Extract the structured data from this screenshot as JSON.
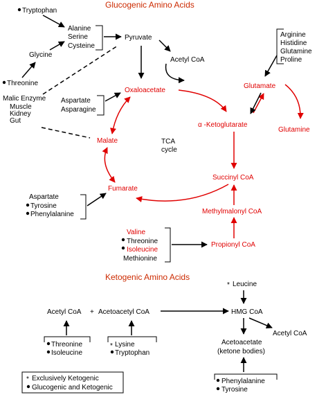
{
  "colors": {
    "black": "#000000",
    "red": "#e00000",
    "heading": "#cc2a00"
  },
  "glucogenic": {
    "title": "Glucogenic Amino Acids",
    "tryptophan": "Tryptophan",
    "alanine": "Alanine",
    "serine": "Serine",
    "cysteine": "Cysteine",
    "glycine": "Glycine",
    "threonine": "Threonine",
    "pyruvate": "Pyruvate",
    "acetyl_coa": "Acetyl CoA",
    "malic_enzyme": [
      "Malic Enzyme",
      "Muscle",
      "Kidney",
      "Gut"
    ],
    "aspartate": "Aspartate",
    "asparagine": "Asparagine",
    "oxaloacetate": "Oxaloacetate",
    "malate": "Malate",
    "tca": [
      "TCA",
      "cycle"
    ],
    "fumarate": "Fumarate",
    "fumarate_sources": [
      "Aspartate",
      "Tyrosine",
      "Phenylalanine"
    ],
    "arginine_group": [
      "Arginine",
      "Histidine",
      "Glutamine",
      "Proline"
    ],
    "glutamate": "Glutamate",
    "glutamine": "Glutamine",
    "alpha_kg": "α -Ketoglutarate",
    "succinyl_coa": "Succinyl CoA",
    "methylmalonyl_coa": "Methylmalonyl CoA",
    "propionyl_coa": "Propionyl CoA",
    "propionyl_sources": [
      "Valine",
      "Threonine",
      "Isoleucine",
      "Methionine"
    ]
  },
  "ketogenic": {
    "title": "Ketogenic Amino Acids",
    "acetyl_coa": "Acetyl CoA",
    "plus": "+",
    "acetoacetyl_coa": "Acetoacetyl CoA",
    "leucine": "Leucine",
    "hmg_coa": "HMG CoA",
    "acetyl_coa_right": "Acetyl CoA",
    "acetoacetate": "Acetoacetate",
    "ketone_bodies": "(ketone bodies)",
    "group1": [
      "Threonine",
      "Isoleucine"
    ],
    "group2": [
      "Lysine",
      "Tryptophan"
    ],
    "group3": [
      "Phenylalanine",
      "Tyrosine"
    ]
  },
  "legend": {
    "exclusive": "Exclusively Ketogenic",
    "both": "Glucogenic and Ketogenic"
  }
}
